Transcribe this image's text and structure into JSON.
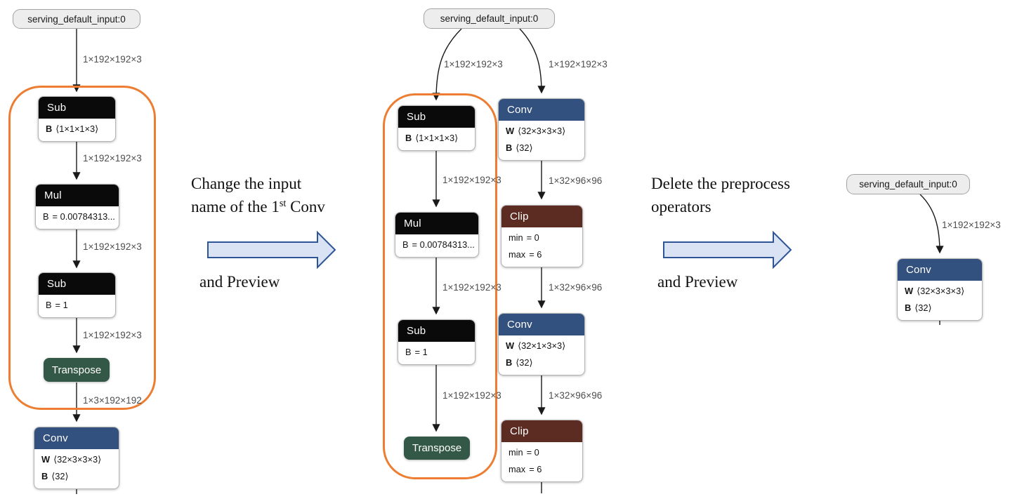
{
  "colors": {
    "conv_header": "#33517e",
    "clip_header": "#5c2b22",
    "sub_mul_header": "#0a0a0a",
    "transpose_bg": "#345847",
    "orange_border": "#ed7d31",
    "arrow_fill": "#dae3f3",
    "arrow_stroke": "#2e5596",
    "edge_line": "#1a1a1a",
    "pill_bg": "#ededed"
  },
  "captions": {
    "left": {
      "line1": "Change the input",
      "line2_prefix": "name of the 1",
      "line2_sup": "st",
      "line2_suffix": " Conv",
      "line3": "and Preview"
    },
    "right": {
      "line1": "Delete the preprocess",
      "line2": "operators",
      "line3": "and Preview"
    }
  },
  "d1": {
    "input": "serving_default_input:0",
    "e": [
      "1×192×192×3",
      "1×192×192×3",
      "1×192×192×3",
      "1×192×192×3",
      "1×3×192×192"
    ],
    "sub1": {
      "t": "Sub",
      "a": [
        {
          "n": "B",
          "v": "⟨1×1×1×3⟩"
        }
      ]
    },
    "mul": {
      "t": "Mul",
      "a": [
        {
          "n": "B",
          "v": "= 0.00784313..."
        }
      ]
    },
    "sub2": {
      "t": "Sub",
      "a": [
        {
          "n": "B",
          "v": "= 1"
        }
      ]
    },
    "tr": {
      "t": "Transpose"
    },
    "conv": {
      "t": "Conv",
      "a": [
        {
          "n": "W",
          "v": "⟨32×3×3×3⟩"
        },
        {
          "n": "B",
          "v": "⟨32⟩"
        }
      ]
    }
  },
  "d2": {
    "input": "serving_default_input:0",
    "be": [
      "1×192×192×3",
      "1×192×192×3"
    ],
    "le": [
      "1×192×192×3",
      "1×192×192×3",
      "1×192×192×3"
    ],
    "re": [
      "1×32×96×96",
      "1×32×96×96",
      "1×32×96×96"
    ],
    "sub1": {
      "t": "Sub",
      "a": [
        {
          "n": "B",
          "v": "⟨1×1×1×3⟩"
        }
      ]
    },
    "mul": {
      "t": "Mul",
      "a": [
        {
          "n": "B",
          "v": "= 0.00784313..."
        }
      ]
    },
    "sub2": {
      "t": "Sub",
      "a": [
        {
          "n": "B",
          "v": "= 1"
        }
      ]
    },
    "tr": {
      "t": "Transpose"
    },
    "conv1": {
      "t": "Conv",
      "a": [
        {
          "n": "W",
          "v": "⟨32×3×3×3⟩"
        },
        {
          "n": "B",
          "v": "⟨32⟩"
        }
      ]
    },
    "clip1": {
      "t": "Clip",
      "a": [
        {
          "n": "min",
          "v": "= 0"
        },
        {
          "n": "max",
          "v": "= 6"
        }
      ]
    },
    "conv2": {
      "t": "Conv",
      "a": [
        {
          "n": "W",
          "v": "⟨32×1×3×3⟩"
        },
        {
          "n": "B",
          "v": "⟨32⟩"
        }
      ]
    },
    "clip2": {
      "t": "Clip",
      "a": [
        {
          "n": "min",
          "v": "= 0"
        },
        {
          "n": "max",
          "v": "= 6"
        }
      ]
    }
  },
  "d3": {
    "input": "serving_default_input:0",
    "e": [
      "1×192×192×3"
    ],
    "conv": {
      "t": "Conv",
      "a": [
        {
          "n": "W",
          "v": "⟨32×3×3×3⟩"
        },
        {
          "n": "B",
          "v": "⟨32⟩"
        }
      ]
    }
  }
}
